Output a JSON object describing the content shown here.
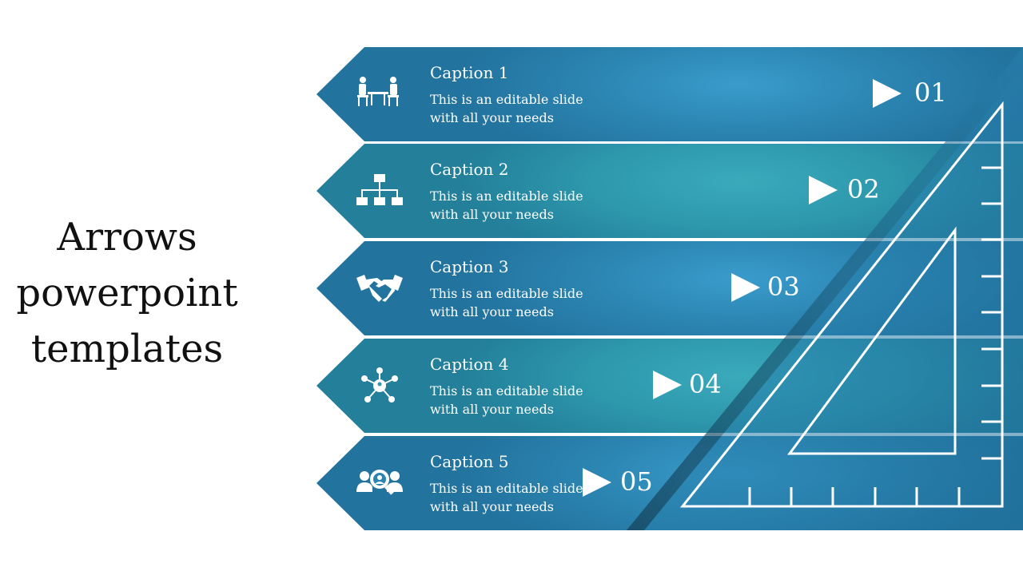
{
  "title": {
    "line1": "Arrows",
    "line2": "powerpoint",
    "line3": "templates"
  },
  "rows": [
    {
      "caption": "Caption 1",
      "desc1": "This is an editable slide",
      "desc2": "with all your needs",
      "number": "01",
      "icon": "meeting-icon"
    },
    {
      "caption": "Caption 2",
      "desc1": "This is an editable slide",
      "desc2": "with all your needs",
      "number": "02",
      "icon": "org-chart-icon"
    },
    {
      "caption": "Caption 3",
      "desc1": "This is an editable slide",
      "desc2": "with all your needs",
      "number": "03",
      "icon": "handshake-icon"
    },
    {
      "caption": "Caption 4",
      "desc1": "This is an editable slide",
      "desc2": "with all your needs",
      "number": "04",
      "icon": "network-icon"
    },
    {
      "caption": "Caption 5",
      "desc1": "This is an editable slide",
      "desc2": "with all your needs",
      "number": "05",
      "icon": "team-search-icon"
    }
  ],
  "colors": {
    "blue": "#2b84b0",
    "teal": "#2d97ac",
    "text": "#ffffff"
  }
}
